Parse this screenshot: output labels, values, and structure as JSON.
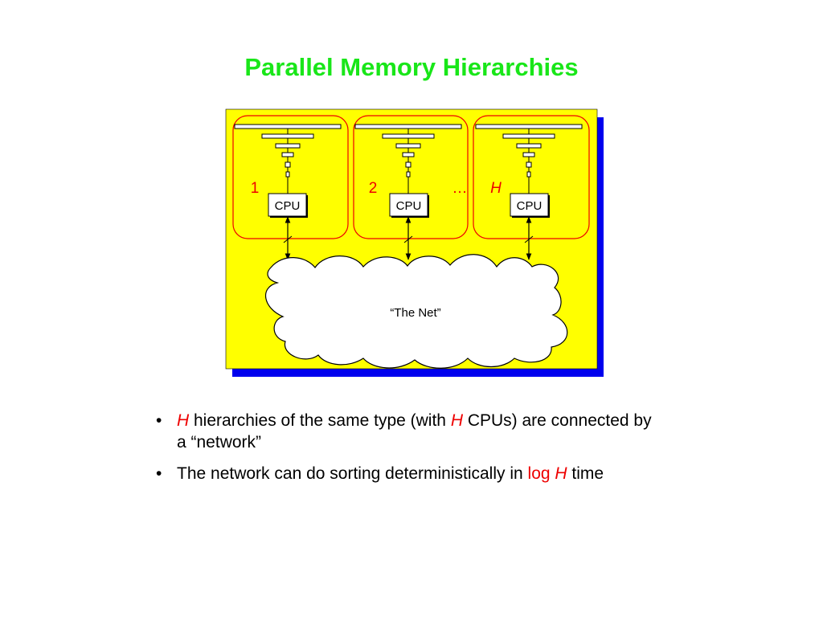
{
  "title": "Parallel Memory Hierarchies",
  "diagram": {
    "hierarchies": [
      {
        "label": "1",
        "cpu": "CPU"
      },
      {
        "label": "2",
        "cpu": "CPU"
      },
      {
        "label": "H",
        "cpu": "CPU"
      }
    ],
    "ellipsis": "…",
    "network_label": "“The Net”"
  },
  "bullets": [
    {
      "marker": "•",
      "parts": {
        "h1": "H",
        "t1": " hierarchies of the same type (with ",
        "h2": "H",
        "t2": " CPUs) are connected by a “network”"
      }
    },
    {
      "marker": "•",
      "parts": {
        "t1": "The network can do sorting deterministically in ",
        "log": "log",
        "h": "H",
        "t2": " time"
      }
    }
  ],
  "colors": {
    "title": "#19e619",
    "panel": "#ffff00",
    "panel_shadow": "#0000ee",
    "frame": "#ee0000",
    "highlight": "#ee0000"
  }
}
